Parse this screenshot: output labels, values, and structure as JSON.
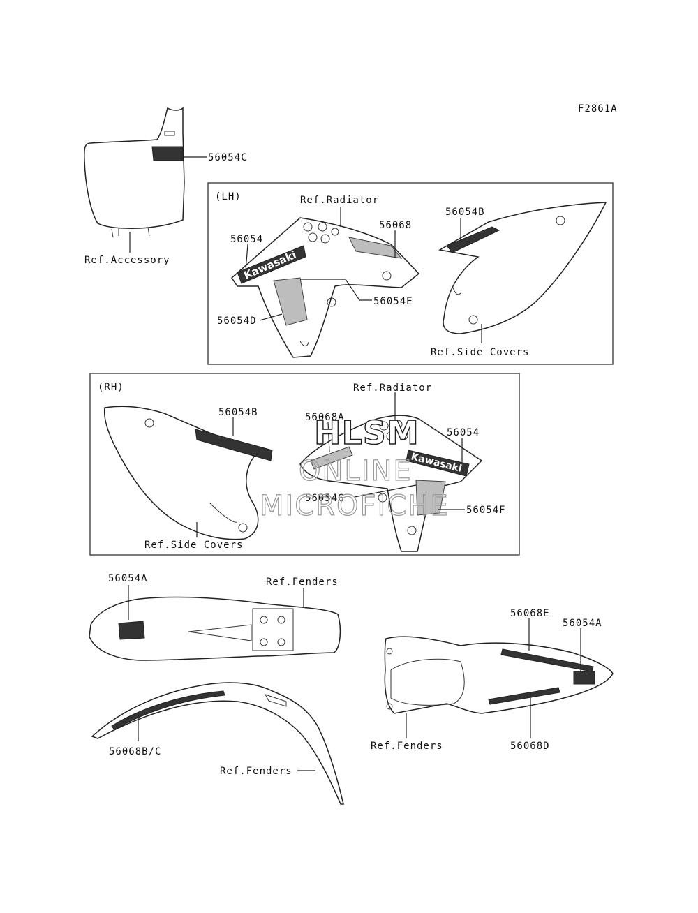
{
  "figure_code": "F2861A",
  "panels": {
    "lh_label": "(LH)",
    "rh_label": "(RH)"
  },
  "labels": {
    "number_plate_decal": "56054C",
    "number_plate_ref": "Ref.Accessory",
    "lh_radiator_ref": "Ref.Radiator",
    "lh_shroud_decal": "56054",
    "lh_shroud_stripe": "56068",
    "lh_monster_e": "56054E",
    "lh_monster_d": "56054D",
    "lh_side_cover_decal": "56054B",
    "lh_side_cover_ref": "Ref.Side Covers",
    "rh_side_cover_decal": "56054B",
    "rh_side_cover_ref": "Ref.Side Covers",
    "rh_radiator_ref": "Ref.Radiator",
    "rh_shroud_stripe": "56068A",
    "rh_shroud_decal": "56054",
    "rh_monster_g": "56054G",
    "rh_monster_f": "56054F",
    "front_fender_decal": "56054A",
    "front_fender_ref": "Ref.Fenders",
    "front_fender_stripe": "56068B/C",
    "front_fender_side_ref": "Ref.Fenders",
    "rear_fender_stripe_e": "56068E",
    "rear_fender_decal": "56054A",
    "rear_fender_ref": "Ref.Fenders",
    "rear_fender_stripe_d": "56068D"
  },
  "decal_text": {
    "brand": "Kawasaki"
  },
  "watermark": {
    "line1": "HLSM",
    "line2": "ONLINE",
    "line3": "MICROFICHE"
  }
}
